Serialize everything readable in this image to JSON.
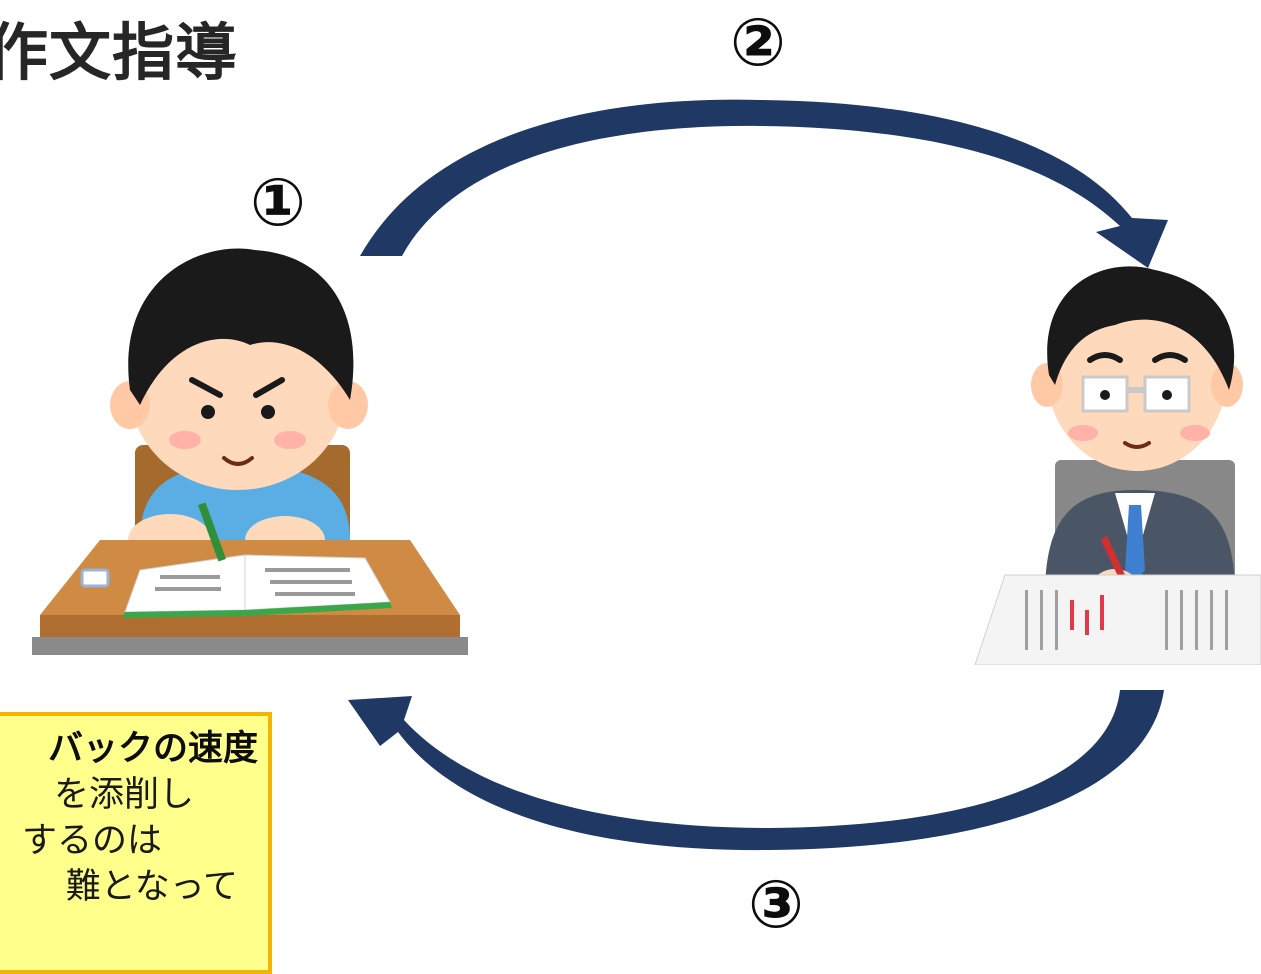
{
  "title": "作文指導",
  "steps": {
    "step1": "①",
    "step2": "②",
    "step3": "③"
  },
  "note": {
    "heading": "バックの速度",
    "lines": [
      "を添削し",
      "するのは",
      "難となって"
    ]
  },
  "colors": {
    "arrow": "#1f3864",
    "note_bg": "#ffff8c",
    "note_border": "#f5b400"
  },
  "icons": {
    "student": "student-writing-at-desk-icon",
    "teacher": "teacher-grading-papers-icon"
  }
}
